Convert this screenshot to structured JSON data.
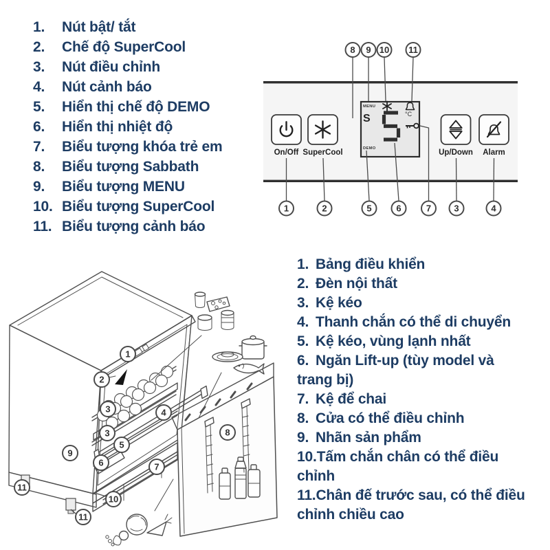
{
  "colors": {
    "text_navy": "#1d3c63",
    "diagram_stroke": "#4a4a4a",
    "panel_background": "#f5f5f5",
    "display_background": "#e8e8e8"
  },
  "left_list": {
    "items": [
      {
        "num": "1.",
        "label": "Nút bật/ tắt"
      },
      {
        "num": "2.",
        "label": "Chế độ SuperCool"
      },
      {
        "num": "3.",
        "label": "Nút điều chỉnh"
      },
      {
        "num": "4.",
        "label": "Nút cảnh báo"
      },
      {
        "num": "5.",
        "label": "Hiển thị chế độ DEMO"
      },
      {
        "num": "6.",
        "label": "Hiển thị nhiệt độ"
      },
      {
        "num": "7.",
        "label": "Biểu tượng khóa trẻ em"
      },
      {
        "num": "8.",
        "label": "Biểu tượng Sabbath"
      },
      {
        "num": "9.",
        "label": "Biểu tượng MENU"
      },
      {
        "num": "10.",
        "label": "Biểu tượng SuperCool"
      },
      {
        "num": "11.",
        "label": "Biểu tượng cảnh báo"
      }
    ]
  },
  "right_list": {
    "items": [
      {
        "num": "1.",
        "label": "Bảng điều khiển"
      },
      {
        "num": "2.",
        "label": "Đèn nội thất"
      },
      {
        "num": "3.",
        "label": "Kệ kéo"
      },
      {
        "num": "4.",
        "label": "Thanh chắn có thể di chuyển"
      },
      {
        "num": "5.",
        "label": "Kệ kéo, vùng lạnh nhất"
      },
      {
        "num": "6.",
        "label": "Ngăn Lift-up (tùy model và trang bị)"
      },
      {
        "num": "7.",
        "label": "Kệ để chai"
      },
      {
        "num": "8.",
        "label": "Cửa có thể điều chỉnh"
      },
      {
        "num": "9.",
        "label": "Nhãn sản phẩm"
      },
      {
        "num": "10.",
        "label": "Tấm chắn chân có thể điều chỉnh"
      },
      {
        "num": "11.",
        "label": "Chân đế trước sau, có thể điều chỉnh chiều cao"
      }
    ]
  },
  "panel": {
    "buttons": [
      {
        "label": "On/Off"
      },
      {
        "label": "SuperCool"
      },
      {
        "label": "Up/Down"
      },
      {
        "label": "Alarm"
      }
    ],
    "display": {
      "menu_label": "MENU",
      "sabbath_letter": "S",
      "demo_label": "DEMO",
      "temperature": "5",
      "unit": "°C"
    },
    "top_callouts": [
      "8",
      "9",
      "10",
      "11"
    ],
    "bottom_callouts": [
      "1",
      "2",
      "5",
      "6",
      "7",
      "3",
      "4"
    ]
  },
  "fridge": {
    "callouts": [
      "1",
      "2",
      "3",
      "4",
      "3",
      "5",
      "6",
      "7",
      "8",
      "9",
      "10",
      "11",
      "11"
    ]
  }
}
